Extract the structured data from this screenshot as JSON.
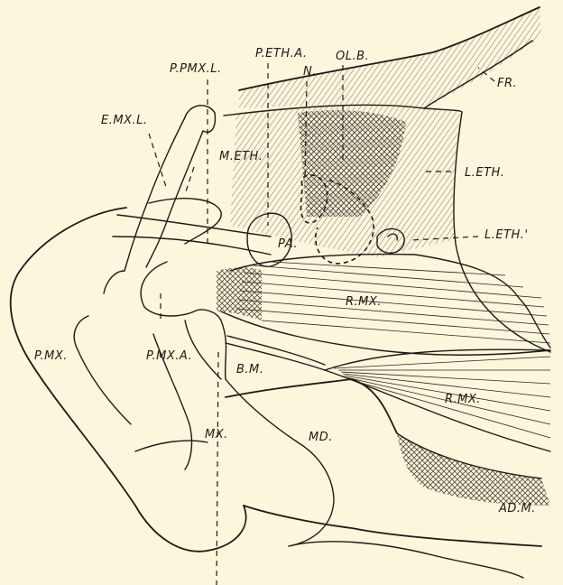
{
  "labels": {
    "fr": "FR.",
    "ol_b": "OL.B.",
    "p_eth_a": "P.ETH.A.",
    "n": "N.",
    "p_pmx_l": "P.PMX.L.",
    "e_mx_l": "E.MX.L.",
    "m_eth": "M.ETH.",
    "l_eth": "L.ETH.",
    "l_eth_prime": "L.ETH.'",
    "pa": "PA.",
    "r_mx_upper": "R.MX.",
    "r_mx_lower": "R.MX.",
    "p_mx": "P.MX.",
    "p_mx_a": "P.MX.A.",
    "b_m": "B.M.",
    "mx": "MX.",
    "md": "MD.",
    "ad_m": "AD.M."
  }
}
